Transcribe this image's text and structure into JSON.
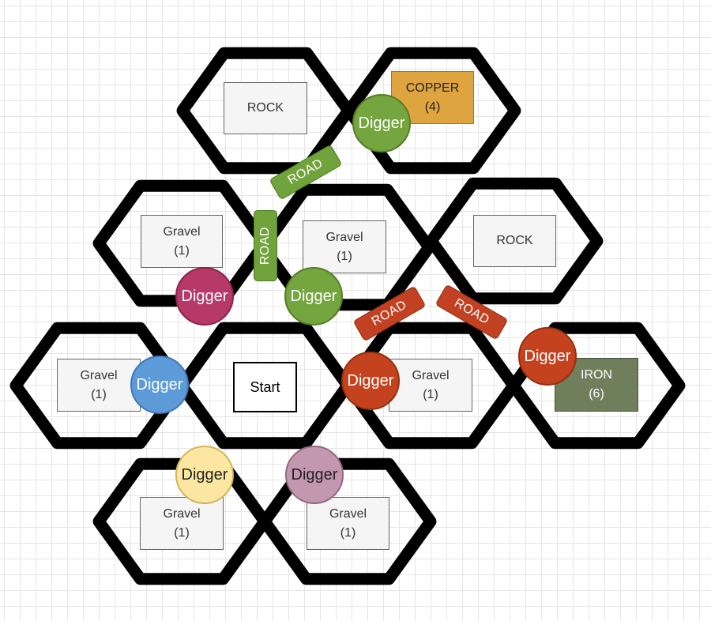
{
  "tiles": {
    "rock_top": "ROCK",
    "copper": {
      "name": "COPPER",
      "amount": "(4)"
    },
    "gravel_upper_left": {
      "name": "Gravel",
      "amount": "(1)"
    },
    "gravel_center": {
      "name": "Gravel",
      "amount": "(1)"
    },
    "rock_right": "ROCK",
    "gravel_left": {
      "name": "Gravel",
      "amount": "(1)"
    },
    "start": "Start",
    "gravel_right": {
      "name": "Gravel",
      "amount": "(1)"
    },
    "iron": {
      "name": "IRON",
      "amount": "(6)"
    },
    "gravel_bottom_left": {
      "name": "Gravel",
      "amount": "(1)"
    },
    "gravel_bottom_center": {
      "name": "Gravel",
      "amount": "(1)"
    }
  },
  "roads": {
    "top": "ROAD",
    "vertical": "ROAD",
    "middle": "ROAD",
    "right": "ROAD"
  },
  "diggers": {
    "copper": "Digger",
    "crimson": "Digger",
    "green_center": "Digger",
    "blue": "Digger",
    "red_center": "Digger",
    "iron": "Digger",
    "yellow": "Digger",
    "mauve": "Digger"
  },
  "colors": {
    "copper": "#dea43f",
    "iron": "#6f7f5c",
    "road_green": "#71a33d",
    "road_red": "#c24122",
    "digger_green": "#75a53e",
    "digger_crimson": "#b63968",
    "digger_blue": "#5d9ad8",
    "digger_red": "#c5421f",
    "digger_yellow": "#fbe7a1",
    "digger_mauve": "#c497b0"
  }
}
